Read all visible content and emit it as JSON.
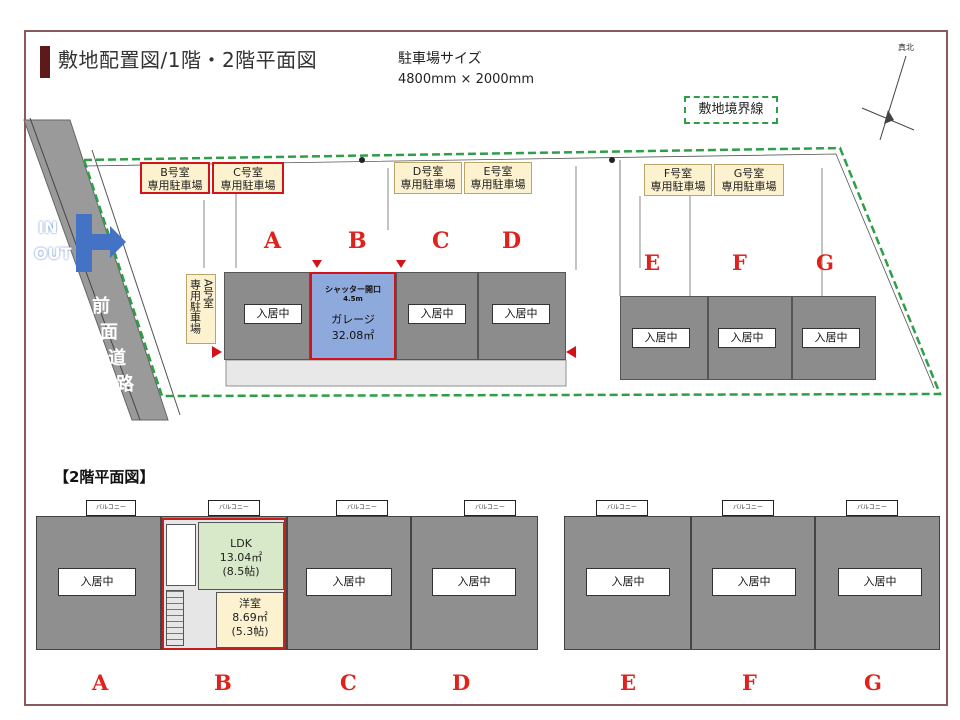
{
  "title": "敷地配置図/1階・2階平面図",
  "parking_size": {
    "label": "駐車場サイズ",
    "value": "4800mm × 2000mm"
  },
  "legend": {
    "boundary": "敷地境界線"
  },
  "north_label": "真北",
  "entrance": {
    "in_label": "IN",
    "out_label": "OUT"
  },
  "road_chars": [
    "前",
    "面",
    "道",
    "路"
  ],
  "parking_spaces": [
    {
      "line1": "B号室",
      "line2": "専用駐車場"
    },
    {
      "line1": "C号室",
      "line2": "専用駐車場"
    },
    {
      "line1": "D号室",
      "line2": "専用駐車場"
    },
    {
      "line1": "E号室",
      "line2": "専用駐車場"
    },
    {
      "line1": "F号室",
      "line2": "専用駐車場"
    },
    {
      "line1": "G号室",
      "line2": "専用駐車場"
    }
  ],
  "parking_a": [
    "専用駐車場",
    "A号室"
  ],
  "units": [
    "A",
    "B",
    "C",
    "D",
    "E",
    "F",
    "G"
  ],
  "status_occupied": "入居中",
  "garage": {
    "shutter": "シャッター開口",
    "shutter_width": "4.5m",
    "label": "ガレージ",
    "area": "32.08㎡"
  },
  "section_2f": "【2階平面図】",
  "balcony": "バルコニー",
  "ldk": {
    "label": "LDK",
    "area": "13.04㎡",
    "tatami": "(8.5帖)"
  },
  "western_room": {
    "label": "洋室",
    "area": "8.69㎡",
    "tatami": "(5.3帖)"
  },
  "colors": {
    "letter_red": "#e0211c",
    "boundary_green": "#2e9e48",
    "garage_blue": "#8ea9db",
    "parking_yellow": "#fdf2cf",
    "ldk_green": "#d7e9c8",
    "road_gray": "#9a9a9a",
    "arrow_blue": "#4472c4"
  }
}
